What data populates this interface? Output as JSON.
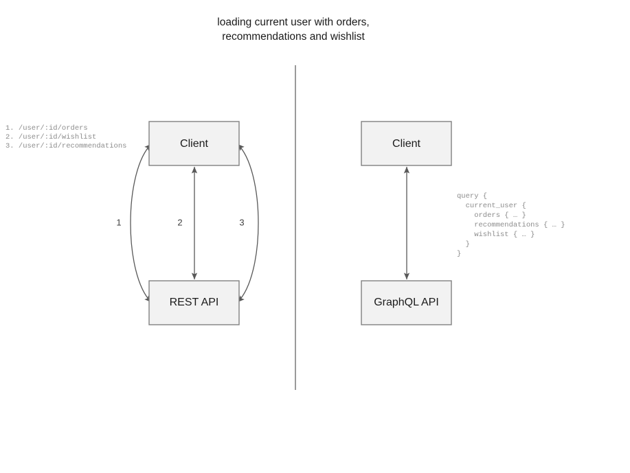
{
  "title": {
    "line1": "loading current user with orders,",
    "line2": "recommendations and wishlist"
  },
  "colors": {
    "box_fill": "#f2f2f2",
    "box_border": "#808080",
    "connector": "#595959",
    "divider": "#808080",
    "code_text": "#8c8c8c",
    "label_text": "#1a1a1a",
    "background": "#ffffff"
  },
  "rest_panel": {
    "name": "rest-panel",
    "endpoints": {
      "line1": "1. /user/:id/orders",
      "line2": "2. /user/:id/wishlist",
      "line3": "3. /user/:id/recommendations"
    },
    "client_node": "Client",
    "api_node": "REST API",
    "edge_labels": [
      "1",
      "2",
      "3"
    ]
  },
  "graphql_panel": {
    "name": "graphql-panel",
    "client_node": "Client",
    "api_node": "GraphQL API",
    "query": {
      "line1": "query {",
      "line2": "  current_user {",
      "line3": "    orders { … }",
      "line4": "    recommendations { … }",
      "line5": "    wishlist { … }",
      "line6": "  }",
      "line7": "}"
    }
  }
}
